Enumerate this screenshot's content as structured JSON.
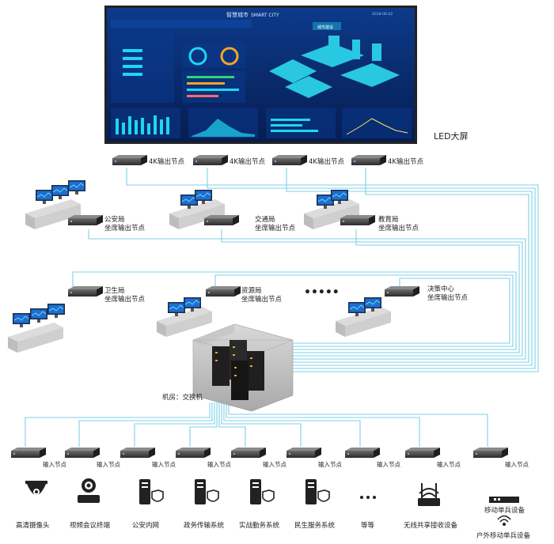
{
  "led_screen": {
    "label": "LED大屏",
    "title_cn": "智慧城市",
    "title_en": "SMART CITY",
    "date": "2018-06-22",
    "center_tag": "城市建设"
  },
  "output_nodes": [
    {
      "label": "4K输出节点"
    },
    {
      "label": "4K输出节点"
    },
    {
      "label": "4K输出节点"
    },
    {
      "label": "4K输出节点"
    }
  ],
  "seat_nodes": [
    {
      "dept": "公安局",
      "sub": "坐席输出节点"
    },
    {
      "dept": "交通局",
      "sub": "坐席输出节点"
    },
    {
      "dept": "教育局",
      "sub": "坐席输出节点"
    },
    {
      "dept": "卫生局",
      "sub": "坐席输出节点"
    },
    {
      "dept": "资源局",
      "sub": "坐席输出节点"
    },
    {
      "dept": "决策中心",
      "sub": "坐席输出节点"
    }
  ],
  "ellipsis": "•••••",
  "server_room": {
    "label": "机房：交换机"
  },
  "input_nodes": [
    {
      "node": "输入节点",
      "device": "高清摄像头",
      "icon": "camera-icon"
    },
    {
      "node": "输入节点",
      "device": "视频会议终端",
      "icon": "video-conference-icon"
    },
    {
      "node": "输入节点",
      "device": "公安内网",
      "icon": "server-shield-icon"
    },
    {
      "node": "输入节点",
      "device": "政务传输系统",
      "icon": "server-shield-icon"
    },
    {
      "node": "输入节点",
      "device": "实战勤务系统",
      "icon": "server-shield-icon"
    },
    {
      "node": "输入节点",
      "device": "民生服务系统",
      "icon": "server-shield-icon"
    },
    {
      "node": "输入节点",
      "device": "等等",
      "icon": "dots-icon"
    },
    {
      "node": "输入节点",
      "device": "无线共享接收设备",
      "icon": "wifi-router-icon"
    },
    {
      "node": "输入节点",
      "device": "移动单兵设备",
      "icon": "mobile-unit-icon"
    }
  ],
  "outdoor_unit": {
    "label": "户外移动单兵设备",
    "icon": "signal-icon"
  },
  "colors": {
    "wire": "#7fd0e8",
    "screen_bg": "#0b2a6e",
    "screen_accent": "#1fd6f0",
    "device": "#3a3a3a"
  }
}
